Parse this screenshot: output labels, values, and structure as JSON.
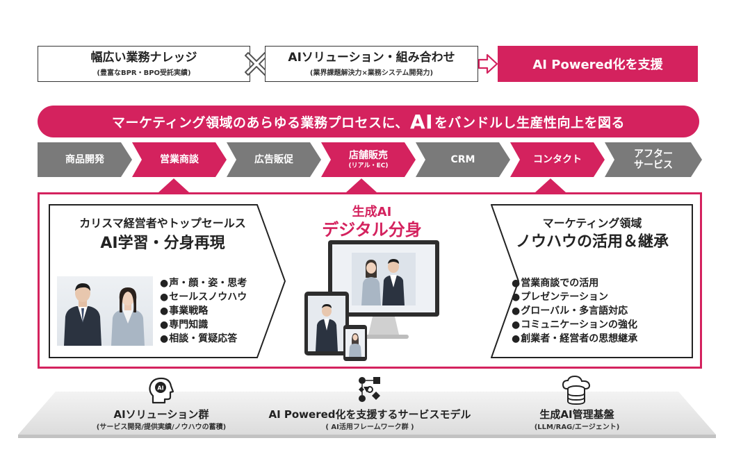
{
  "top": {
    "box1_main": "幅広い業務ナレッジ",
    "box1_sub": "(豊富なBPR・BPO受託実績)",
    "box2_main": "AIソリューション・組み合わせ",
    "box2_sub": "(業界課題解決力×業務システム開発力)",
    "box3": "AI Powered化を支援"
  },
  "banner": {
    "before": "マーケティング領域のあらゆる業務プロセスに、",
    "ai": "AI",
    "after": "をバンドルし生産性向上を図る"
  },
  "process": [
    {
      "label": "商品開発",
      "sub": ""
    },
    {
      "label": "営業商談",
      "sub": ""
    },
    {
      "label": "広告販促",
      "sub": ""
    },
    {
      "label": "店舗販売",
      "sub": "(リアル・EC)"
    },
    {
      "label": "CRM",
      "sub": ""
    },
    {
      "label": "コンタクト",
      "sub": ""
    },
    {
      "label": "アフター",
      "sub": "サービス"
    }
  ],
  "left_panel": {
    "title1": "カリスマ経営者やトップセールス",
    "title2": "AI学習・分身再現",
    "bullets": [
      "声・顔・姿・思考",
      "セールスノウハウ",
      "事業戦略",
      "専門知識",
      "相談・質疑応答"
    ]
  },
  "center": {
    "title1": "生成AI",
    "title2": "デジタル分身"
  },
  "right_panel": {
    "title1": "マーケティング領域",
    "title2": "ノウハウの活用＆継承",
    "bullets": [
      "営業商談での活用",
      "プレゼンテーション",
      "グローバル・多言語対応",
      "コミュニケーションの強化",
      "創業者・経営者の思想継承"
    ]
  },
  "bottom": {
    "left_main": "AIソリューション群",
    "left_sub": "(サービス開発/提供実績/ノウハウの蓄積)",
    "center_main": "AI Powered化を支援するサービスモデル",
    "center_sub": "( AI活用フレームワーク群 )",
    "right_main": "生成AI管理基盤",
    "right_sub": "(LLM/RAG/エージェント)",
    "head_icon_text": "AI"
  },
  "colors": {
    "accent": "#d4225e",
    "gray": "#7a7a7a"
  }
}
